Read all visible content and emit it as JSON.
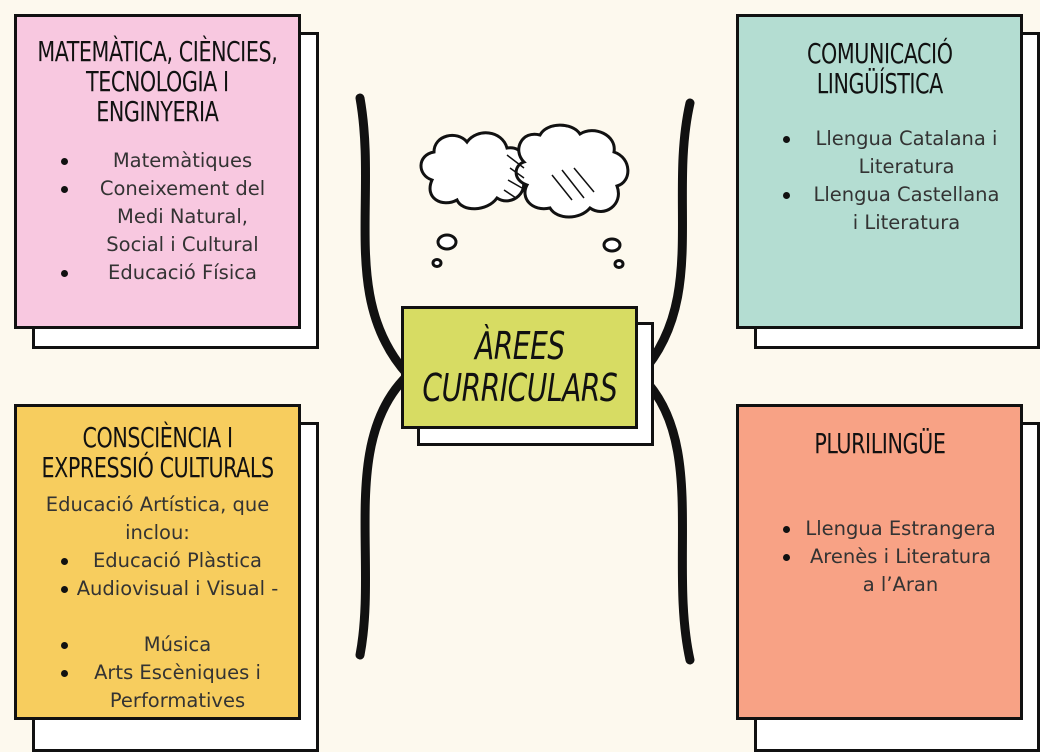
{
  "center": {
    "title_line1": "ÀREES",
    "title_line2": "CURRICULARS"
  },
  "boxes": {
    "math": {
      "title_lines": [
        "MATEMÀTICA, CIÈNCIES,",
        "TECNOLOGIA I",
        "ENGINYERIA"
      ],
      "items": [
        {
          "lines": [
            "Matemàtiques"
          ]
        },
        {
          "lines": [
            "Coneixement del",
            "Medi Natural,",
            "Social i Cultural"
          ]
        },
        {
          "lines": [
            "Educació Física"
          ]
        }
      ]
    },
    "comunicacio": {
      "title_lines": [
        "COMUNICACIÓ",
        "LINGÜÍSTICA"
      ],
      "items": [
        {
          "lines": [
            "Llengua Catalana i",
            "Literatura"
          ]
        },
        {
          "lines": [
            "Llengua Castellana",
            "i Literatura"
          ]
        }
      ]
    },
    "consciencia": {
      "title_lines": [
        "CONSCIÈNCIA I",
        "EXPRESSIÓ CULTURALS"
      ],
      "intro_lines": [
        "Educació Artística, que",
        "inclou:"
      ],
      "items": [
        {
          "lines": [
            "Educació Plàstica"
          ]
        },
        {
          "lines": [
            "Audiovisual i Visual -",
            ""
          ]
        },
        {
          "lines": [
            "Música"
          ]
        },
        {
          "lines": [
            "Arts Escèniques i",
            "Performatives"
          ]
        }
      ]
    },
    "plurilingue": {
      "title_lines": [
        "PLURILINGÜE"
      ],
      "items": [
        {
          "lines": [
            "Llengua Estrangera"
          ]
        },
        {
          "lines": [
            "Arenès i Literatura",
            "a l’Aran"
          ]
        }
      ]
    }
  },
  "colors": {
    "math": "#f8c8e0",
    "comunicacio": "#b4ddd2",
    "consciencia": "#f7cd5e",
    "plurilingue": "#f8a285",
    "center": "#d7dc63",
    "background": "#fdf9ee"
  },
  "icons": [
    "thought-cloud-icon",
    "thought-cloud-icon"
  ]
}
